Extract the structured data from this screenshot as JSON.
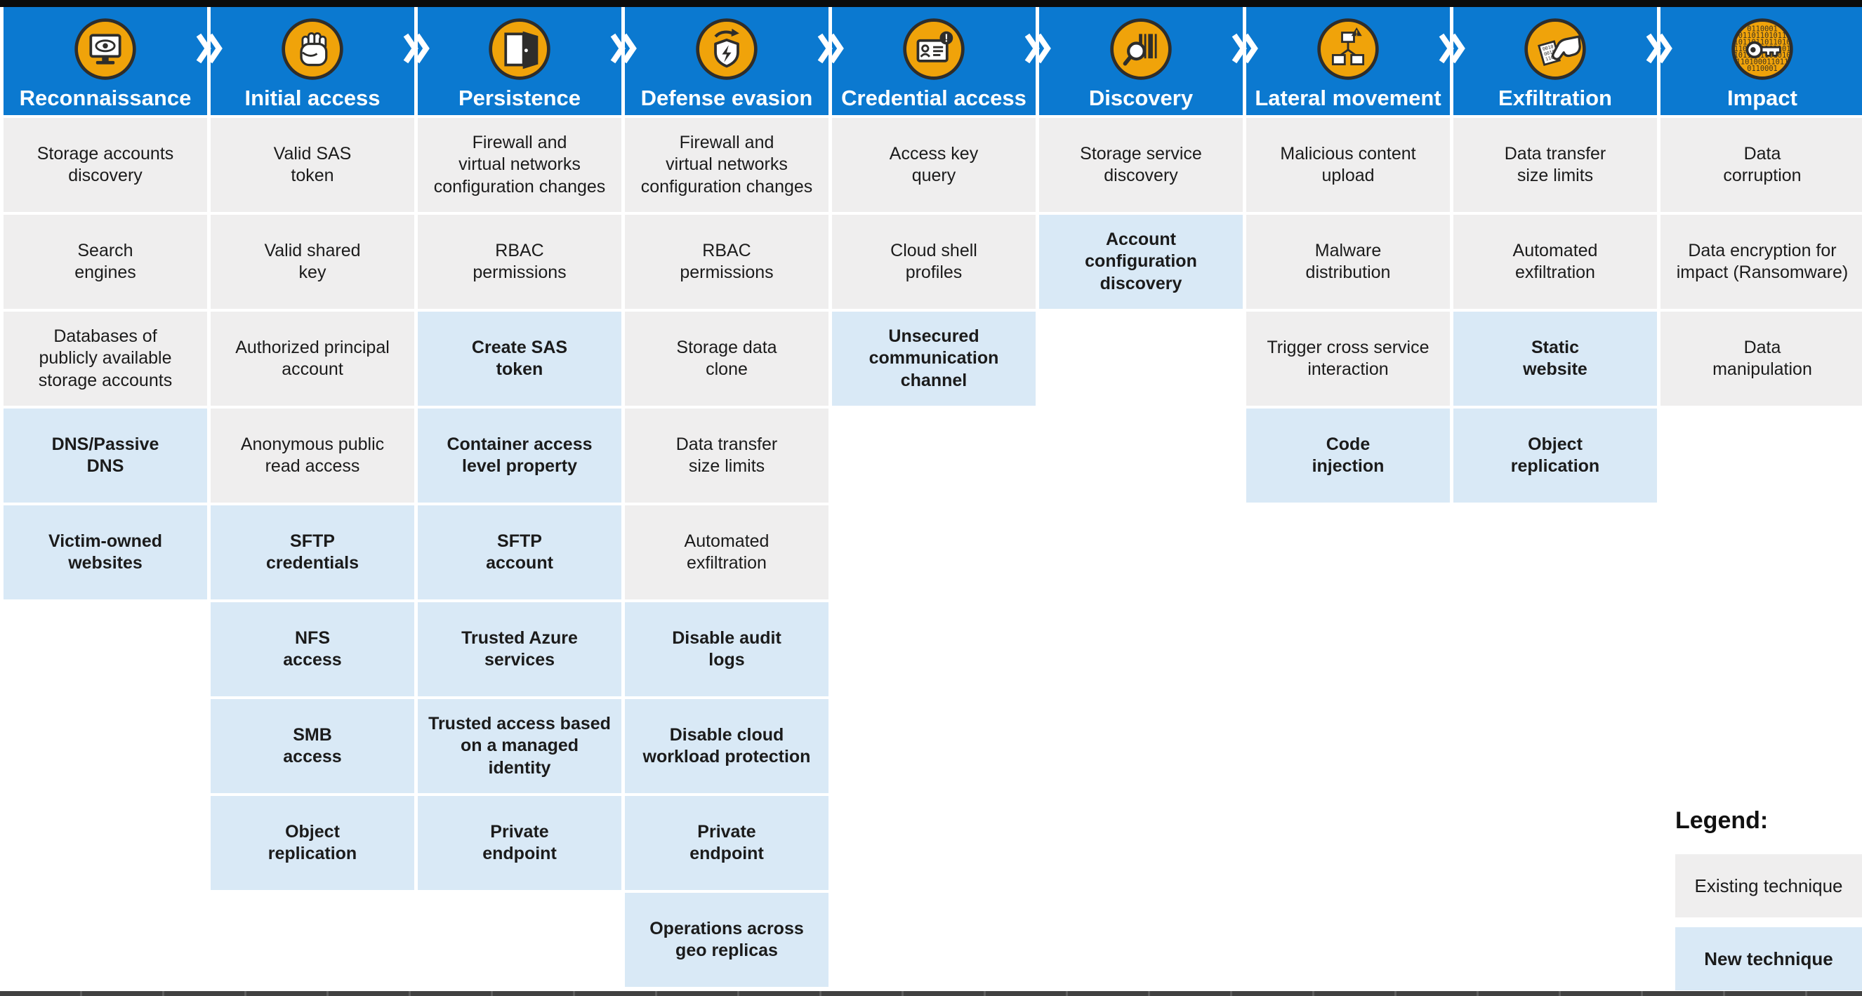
{
  "colors": {
    "header_blue": "#0b79d0",
    "icon_yellow": "#F0A30A",
    "icon_outline": "#2E2D2B",
    "existing_bg": "#efeeee",
    "new_bg": "#d9e9f6",
    "header_text": "#ffffff",
    "cell_text": "#1b1b1b"
  },
  "matrix": {
    "columns": [
      {
        "tactic": "Reconnaissance",
        "icon": "monitor-eye-icon",
        "techniques": [
          {
            "label": "Storage accounts\ndiscovery",
            "type": "existing"
          },
          {
            "label": "Search\nengines",
            "type": "existing"
          },
          {
            "label": "Databases of\npublicly available\nstorage accounts",
            "type": "existing"
          },
          {
            "label": "DNS/Passive\nDNS",
            "type": "new"
          },
          {
            "label": "Victim-owned\nwebsites",
            "type": "new"
          }
        ]
      },
      {
        "tactic": "Initial access",
        "icon": "fist-icon",
        "techniques": [
          {
            "label": "Valid SAS\ntoken",
            "type": "existing"
          },
          {
            "label": "Valid shared\nkey",
            "type": "existing"
          },
          {
            "label": "Authorized principal\naccount",
            "type": "existing"
          },
          {
            "label": "Anonymous public\nread access",
            "type": "existing"
          },
          {
            "label": "SFTP\ncredentials",
            "type": "new"
          },
          {
            "label": "NFS\naccess",
            "type": "new"
          },
          {
            "label": "SMB\naccess",
            "type": "new"
          },
          {
            "label": "Object\nreplication",
            "type": "new"
          }
        ]
      },
      {
        "tactic": "Persistence",
        "icon": "door-icon",
        "techniques": [
          {
            "label": "Firewall and\nvirtual networks\nconfiguration changes",
            "type": "existing"
          },
          {
            "label": "RBAC\npermissions",
            "type": "existing"
          },
          {
            "label": "Create SAS\ntoken",
            "type": "new"
          },
          {
            "label": "Container access\nlevel property",
            "type": "new"
          },
          {
            "label": "SFTP\naccount",
            "type": "new"
          },
          {
            "label": "Trusted Azure\nservices",
            "type": "new"
          },
          {
            "label": "Trusted access based\non a managed\nidentity",
            "type": "new"
          },
          {
            "label": "Private\nendpoint",
            "type": "new"
          }
        ]
      },
      {
        "tactic": "Defense evasion",
        "icon": "shield-refresh-icon",
        "techniques": [
          {
            "label": "Firewall and\nvirtual networks\nconfiguration changes",
            "type": "existing"
          },
          {
            "label": "RBAC\npermissions",
            "type": "existing"
          },
          {
            "label": "Storage data\nclone",
            "type": "existing"
          },
          {
            "label": "Data transfer\nsize limits",
            "type": "existing"
          },
          {
            "label": "Automated\nexfiltration",
            "type": "existing"
          },
          {
            "label": "Disable audit\nlogs",
            "type": "new"
          },
          {
            "label": "Disable cloud\nworkload protection",
            "type": "new"
          },
          {
            "label": "Private\nendpoint",
            "type": "new"
          },
          {
            "label": "Operations across\ngeo replicas",
            "type": "new"
          }
        ]
      },
      {
        "tactic": "Credential access",
        "icon": "id-card-alert-icon",
        "techniques": [
          {
            "label": "Access key\nquery",
            "type": "existing"
          },
          {
            "label": "Cloud shell\nprofiles",
            "type": "existing"
          },
          {
            "label": "Unsecured\ncommunication\nchannel",
            "type": "new"
          }
        ]
      },
      {
        "tactic": "Discovery",
        "icon": "barcode-magnifier-icon",
        "techniques": [
          {
            "label": "Storage service\ndiscovery",
            "type": "existing"
          },
          {
            "label": "Account\nconfiguration\ndiscovery",
            "type": "new"
          }
        ]
      },
      {
        "tactic": "Lateral movement",
        "icon": "network-nodes-alert-icon",
        "techniques": [
          {
            "label": "Malicious content\nupload",
            "type": "existing"
          },
          {
            "label": "Malware\ndistribution",
            "type": "existing"
          },
          {
            "label": "Trigger cross service\ninteraction",
            "type": "existing"
          },
          {
            "label": "Code\ninjection",
            "type": "new"
          }
        ]
      },
      {
        "tactic": "Exfiltration",
        "icon": "hand-document-icon",
        "techniques": [
          {
            "label": "Data transfer\nsize limits",
            "type": "existing"
          },
          {
            "label": "Automated\nexfiltration",
            "type": "existing"
          },
          {
            "label": "Static\nwebsite",
            "type": "new"
          },
          {
            "label": "Object\nreplication",
            "type": "new"
          }
        ]
      },
      {
        "tactic": "Impact",
        "icon": "key-binary-icon",
        "techniques": [
          {
            "label": "Data\ncorruption",
            "type": "existing"
          },
          {
            "label": "Data encryption for\nimpact (Ransomware)",
            "type": "existing"
          },
          {
            "label": "Data\nmanipulation",
            "type": "existing"
          }
        ]
      }
    ]
  },
  "legend": {
    "title": "Legend:",
    "items": [
      {
        "label": "Existing technique",
        "type": "existing"
      },
      {
        "label": "New technique",
        "type": "new"
      }
    ]
  }
}
